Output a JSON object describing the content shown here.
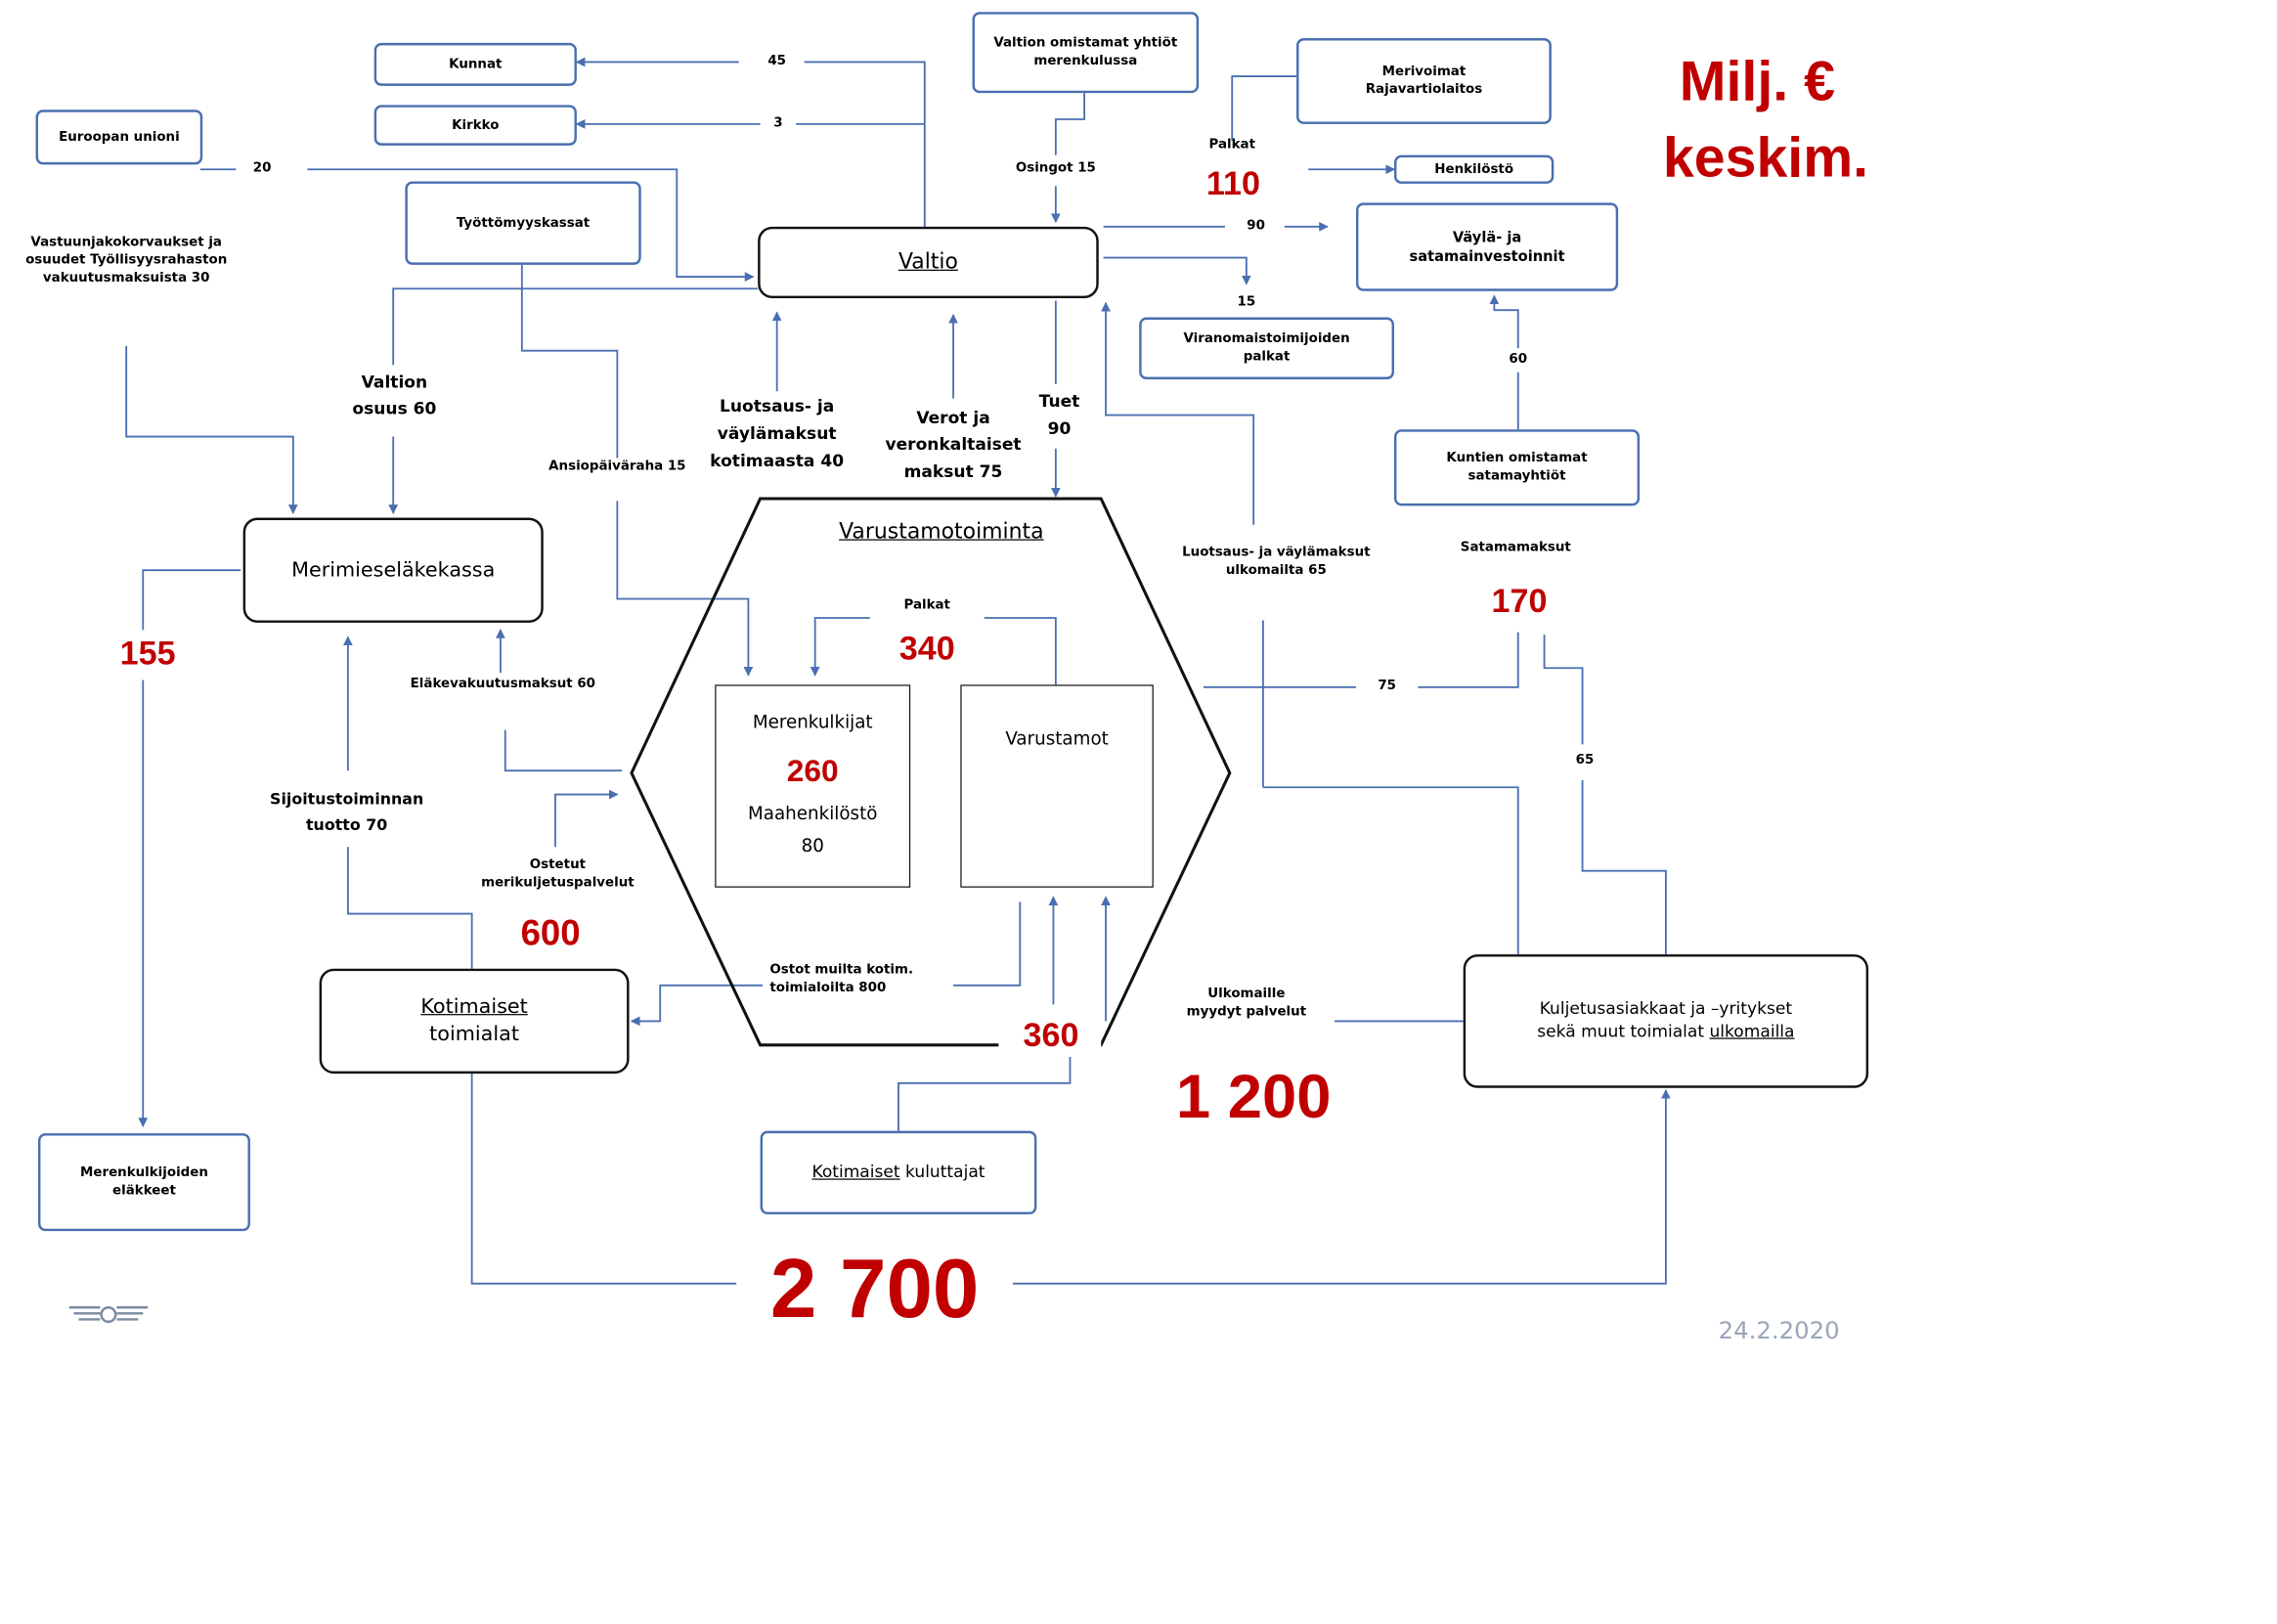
{
  "unit_title": {
    "line1": "Milj. €",
    "line2": "keskim."
  },
  "date_footer": "24.2.2020",
  "boxes": {
    "kunnat": "Kunnat",
    "kirkko": "Kirkko",
    "euroopan_unioni": "Euroopan unioni",
    "valtion_yhtiot": "Valtion omistamat yhtiöt merenkulussa",
    "merivoimat": "Merivoimat Rajavartiolaitos",
    "henkilosto": "Henkilöstö",
    "valtio": "Valtio",
    "vayla_satama": "Väylä- ja satamainvestoinnit",
    "tyottomyyskassat": "Työttömyyskassat",
    "viranomaistoimijoiden": "Viranomaistoimijoiden palkat",
    "kuntien_satamayhtiot": "Kuntien omistamat satamayhtiöt",
    "merimieselakekassa": "Merimieseläkekassa",
    "varustamotoiminta": "Varustamotoiminta",
    "merenkulkijat": "Merenkulkijat",
    "maahenkilosto": "Maahenkilöstö",
    "varustamot": "Varustamot",
    "kotimaiset_toimialat_1": "Kotimaiset",
    "kotimaiset_toimialat_2": "toimialat",
    "kotimaiset_kuluttajat_a": "Kotimaiset",
    "kotimaiset_kuluttajat_b": " kuluttajat",
    "kuljetusasiakkaat_1": "Kuljetusasiakkaat ja –yritykset",
    "kuljetusasiakkaat_2a": "sekä muut toimialat ",
    "kuljetusasiakkaat_2b": "ulkomailla",
    "merenkulkijoiden_elakkeet": "Merenkulkijoiden eläkkeet"
  },
  "flows": {
    "kunnat_45": "45",
    "kirkko_3": "3",
    "eu_20": "20",
    "osingot": "Osingot 15",
    "palkat_top": "Palkat",
    "v90": "90",
    "v15": "15",
    "vastuunjako": "Vastuunjakokorvaukset ja osuudet Työllisyysrahaston vakuutusmaksuista 30",
    "valtion_osuus": "Valtion osuus 60",
    "ansiopaivaraha": "Ansiopäiväraha 15",
    "luotsaus_kotimaasta": "Luotsaus- ja väylämaksut kotimaasta 40",
    "verot": "Verot ja veronkaltaiset maksut  75",
    "tuet": "Tuet 90",
    "luotsaus_ulkomailta": "Luotsaus- ja väylämaksut ulkomailta 65",
    "satamamaksut": "Satamamaksut",
    "v60_kunta": "60",
    "palkat_inner": "Palkat",
    "elakevakuutusmaksut": "Eläkevakuutusmaksut 60",
    "sijoitustoiminnan": "Sijoitustoiminnan tuotto 70",
    "ostetut": "Ostetut merikuljetuspalvelut",
    "ostot_muilta": "Ostot muilta kotim. toimialoilta 800",
    "ulkomaille": "Ulkomaille myydyt palvelut",
    "v75": "75",
    "v65": "65"
  },
  "totals": {
    "palkat_valtio": "110",
    "merenkulkijat": "260",
    "maahenkilosto": "80",
    "palkat_varustamo": "340",
    "satamamaksut": "170",
    "elakkeet": "155",
    "ostetut": "600",
    "kuluttajat": "360",
    "ulkomaille": "1 200",
    "total": "2 700"
  },
  "colors": {
    "accent_red": "#c00000",
    "line_blue": "#4a6fb0"
  },
  "icons": {
    "logo": "winged-wheel-logo-icon"
  }
}
